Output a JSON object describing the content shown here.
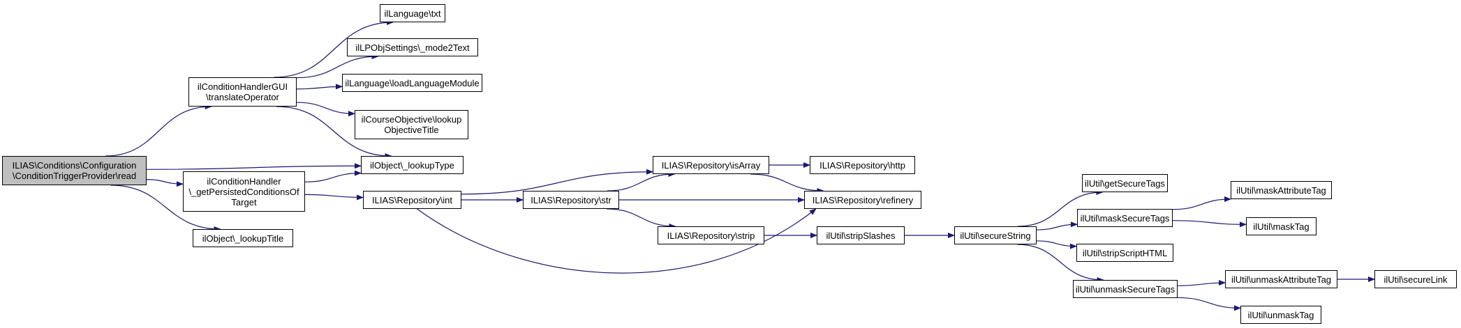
{
  "nodes": {
    "n0": "ILIAS\\Conditions\\Configuration\n\\ConditionTriggerProvider\\read",
    "n1": "ilConditionHandlerGUI\n\\translateOperator",
    "n2": "ilObject\\_lookupType",
    "n3": "ilConditionHandler\n\\_getPersistedConditionsOf\nTarget",
    "n4": "ilObject\\_lookupTitle",
    "n5": "ilLanguage\\txt",
    "n6": "ilLPObjSettings\\_mode2Text",
    "n7": "ilLanguage\\loadLanguageModule",
    "n8": "ilCourseObjective\\lookup\nObjectiveTitle",
    "n9": "ILIAS\\Repository\\int",
    "n10": "ILIAS\\Repository\\isArray",
    "n11": "ILIAS\\Repository\\refinery",
    "n12": "ILIAS\\Repository\\str",
    "n13": "ILIAS\\Repository\\http",
    "n14": "ILIAS\\Repository\\strip",
    "n15": "ilUtil\\stripSlashes",
    "n16": "ilUtil\\secureString",
    "n17": "ilUtil\\getSecureTags",
    "n18": "ilUtil\\maskSecureTags",
    "n19": "ilUtil\\stripScriptHTML",
    "n20": "ilUtil\\unmaskSecureTags",
    "n21": "ilUtil\\maskAttributeTag",
    "n22": "ilUtil\\maskTag",
    "n23": "ilUtil\\unmaskAttributeTag",
    "n24": "ilUtil\\unmaskTag",
    "n25": "ilUtil\\secureLink"
  },
  "edges": [
    [
      "n0",
      "n1"
    ],
    [
      "n0",
      "n2"
    ],
    [
      "n0",
      "n3"
    ],
    [
      "n0",
      "n4"
    ],
    [
      "n1",
      "n5"
    ],
    [
      "n1",
      "n6"
    ],
    [
      "n1",
      "n7"
    ],
    [
      "n1",
      "n8"
    ],
    [
      "n1",
      "n2"
    ],
    [
      "n3",
      "n2"
    ],
    [
      "n3",
      "n9"
    ],
    [
      "n9",
      "n10"
    ],
    [
      "n9",
      "n12"
    ],
    [
      "n9",
      "n11"
    ],
    [
      "n10",
      "n13"
    ],
    [
      "n10",
      "n11"
    ],
    [
      "n12",
      "n10"
    ],
    [
      "n12",
      "n11"
    ],
    [
      "n12",
      "n14"
    ],
    [
      "n14",
      "n15"
    ],
    [
      "n15",
      "n16"
    ],
    [
      "n16",
      "n17"
    ],
    [
      "n16",
      "n18"
    ],
    [
      "n16",
      "n19"
    ],
    [
      "n16",
      "n20"
    ],
    [
      "n18",
      "n21"
    ],
    [
      "n18",
      "n22"
    ],
    [
      "n20",
      "n23"
    ],
    [
      "n20",
      "n24"
    ],
    [
      "n23",
      "n25"
    ]
  ],
  "colors": {
    "edge": "#191970",
    "root_fill": "#bfbfbf",
    "border": "#000000"
  }
}
